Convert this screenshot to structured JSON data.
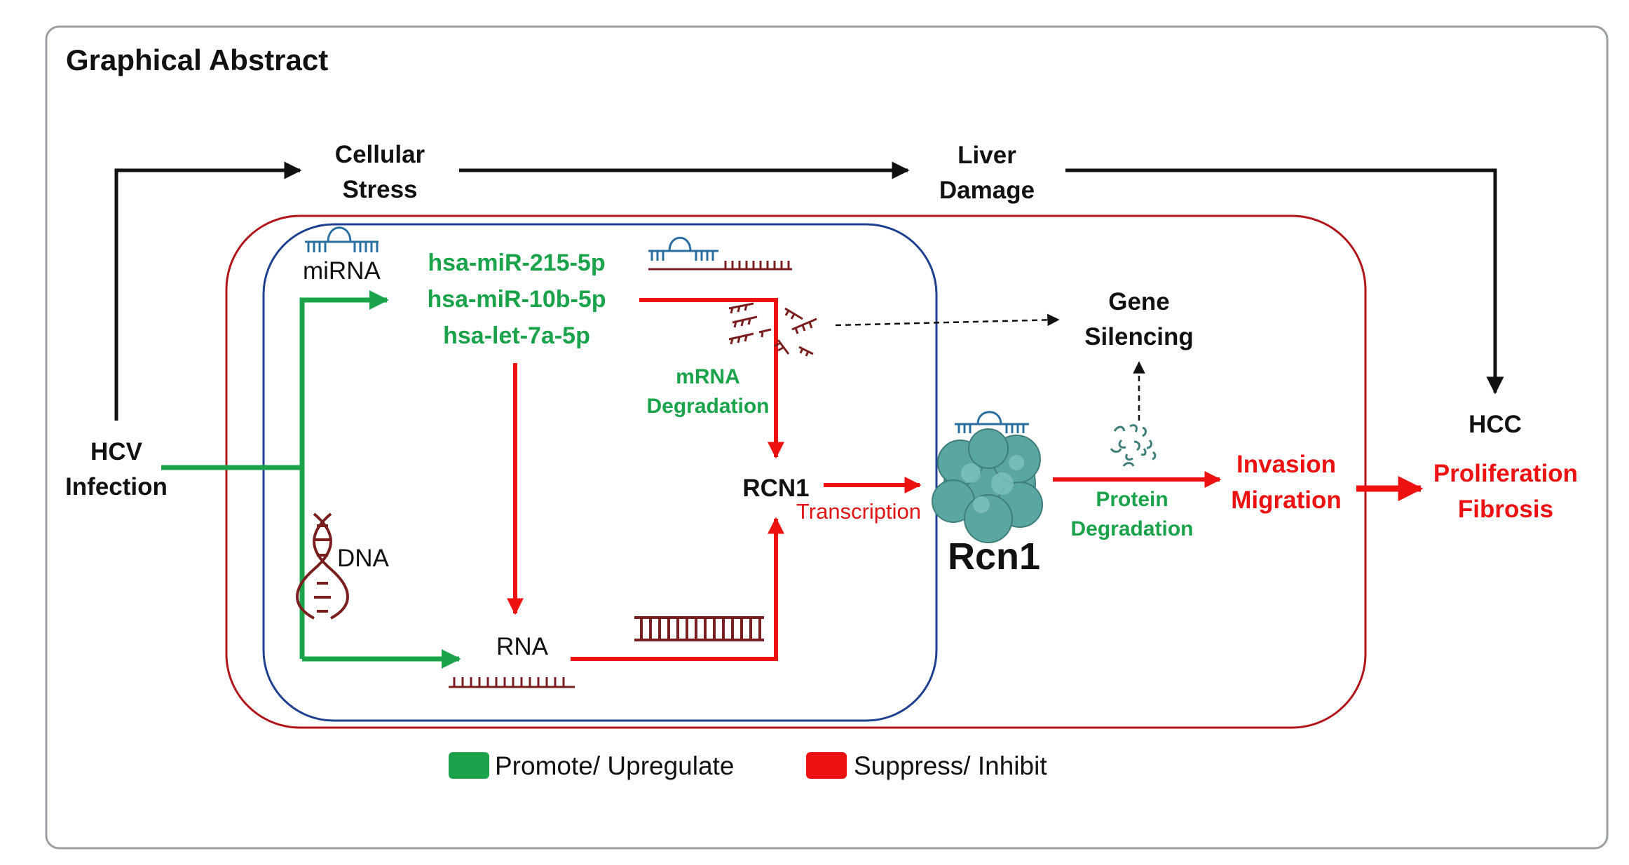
{
  "title": "Graphical Abstract",
  "labels": {
    "cellular_stress": [
      "Cellular",
      "Stress"
    ],
    "liver_damage": [
      "Liver",
      "Damage"
    ],
    "hcv_infection": [
      "HCV",
      "Infection"
    ],
    "hcc": "HCC",
    "mirna": "miRNA",
    "dna": "DNA",
    "rna": "RNA",
    "mirnas": [
      "hsa-miR-215-5p",
      "hsa-miR-10b-5p",
      "hsa-let-7a-5p"
    ],
    "mrna_degradation": [
      "mRNA",
      "Degradation"
    ],
    "gene_silencing": [
      "Gene",
      "Silencing"
    ],
    "rcn1_gene": "RCN1",
    "transcription": "Transcription",
    "rcn1_protein": "Rcn1",
    "protein_degradation": [
      "Protein",
      "Degradation"
    ],
    "invasion_migration": [
      "Invasion",
      "Migration"
    ],
    "proliferation_fibrosis": [
      "Proliferation",
      "Fibrosis"
    ]
  },
  "legend": [
    {
      "label": "Promote/ Upregulate",
      "color": "#1aa34a"
    },
    {
      "label": "Suppress/ Inhibit",
      "color": "#ee1111"
    }
  ],
  "colors": {
    "promote": "#1aa34a",
    "suppress": "#ee1111",
    "cell_border": "#b0151c",
    "nucleus_border": "#1f3f8f",
    "nucleic_acid": "#7a1f1f",
    "mirna_icon": "#2a6fa0",
    "protein": "#5aa6a0"
  }
}
